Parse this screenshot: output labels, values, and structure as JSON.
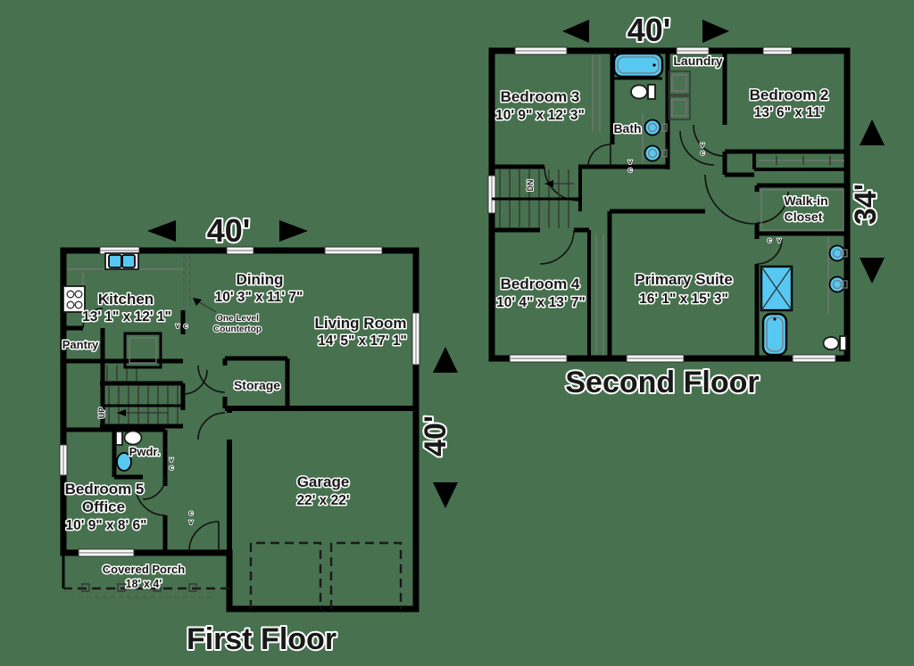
{
  "colors": {
    "background": "#47714F",
    "walls": "#000000",
    "fixtures": "#57C8F2",
    "text": "#191919",
    "text_halo": "#FFFFFF"
  },
  "second_floor": {
    "title": "Second Floor",
    "dimensions": {
      "width_label": "40'",
      "depth_label": "34'"
    },
    "rooms": {
      "bedroom3": {
        "name": "Bedroom 3",
        "size": "10' 9\" x 12' 3\""
      },
      "bath": {
        "name": "Bath"
      },
      "laundry": {
        "name": "Laundry"
      },
      "bedroom2": {
        "name": "Bedroom 2",
        "size": "13' 6\" x 11'"
      },
      "walk_in_closet": {
        "line1": "Walk-in",
        "line2": "Closet"
      },
      "bedroom4": {
        "name": "Bedroom 4",
        "size": "10' 4\" x 13' 7\""
      },
      "primary_suite": {
        "name": "Primary Suite",
        "size": "16' 1\" x 15' 3\""
      }
    },
    "annotations": {
      "stairs": "DN"
    }
  },
  "first_floor": {
    "title": "First Floor",
    "dimensions": {
      "width_label": "40'",
      "depth_label": "40'"
    },
    "rooms": {
      "kitchen": {
        "name": "Kitchen",
        "size": "13' 1\" x 12' 1\""
      },
      "dining": {
        "name": "Dining",
        "size": "10' 3\" x 11' 7\""
      },
      "living_room": {
        "name": "Living Room",
        "size": "14' 5\" x 17' 1\""
      },
      "pantry": {
        "name": "Pantry"
      },
      "storage": {
        "name": "Storage"
      },
      "powder_room": {
        "name": "Pwdr."
      },
      "bedroom5_office": {
        "line1": "Bedroom 5",
        "line2": "Office",
        "size": "10' 9\" x 8' 6\""
      },
      "garage": {
        "name": "Garage",
        "size": "22' x 22'"
      },
      "covered_porch": {
        "name": "Covered Porch",
        "size": "18' x 4'"
      }
    },
    "annotations": {
      "stairs": "UP",
      "countertop_line1": "One Level",
      "countertop_line2": "Countertop"
    }
  },
  "markers": {
    "v": "v",
    "c": "c"
  }
}
